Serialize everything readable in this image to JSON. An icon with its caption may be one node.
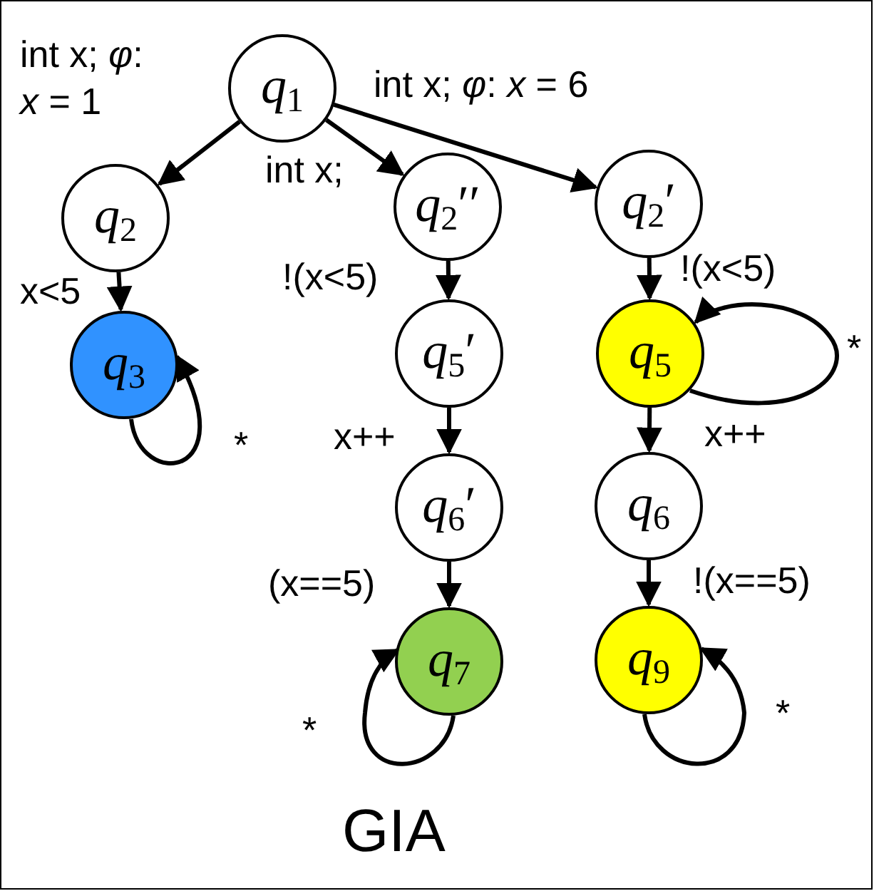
{
  "diagram": {
    "caption": "GIA",
    "nodes": [
      {
        "text": [
          "*q*$_{1}$"
        ]
      },
      {
        "text": [
          "*q*$_{2}$"
        ]
      },
      {
        "text": [
          "*q*$_{2}$′′"
        ]
      },
      {
        "text": [
          "*q*$_{2}$′"
        ]
      },
      {
        "text": [
          "*q*$_{3}$"
        ]
      },
      {
        "text": [
          "*q*$_{5}$′"
        ]
      },
      {
        "text": [
          "*q*$_{5}$"
        ]
      },
      {
        "text": [
          "*q*$_{6}$′"
        ]
      },
      {
        "text": [
          "*q*$_{6}$"
        ]
      },
      {
        "text": [
          "*q*$_{7}$"
        ]
      },
      {
        "text": [
          "*q*$_{9}$"
        ]
      }
    ],
    "edges": [
      {
        "from": 0,
        "to": 1,
        "arrow": "to",
        "label": "int x; *φ*: *x* = 1"
      },
      {
        "from": 0,
        "to": 2,
        "arrow": "to",
        "label": "int x;"
      },
      {
        "from": 0,
        "to": 3,
        "arrow": "to",
        "label": "int x; *φ*: *x* = 6"
      },
      {
        "from": 1,
        "to": 4,
        "arrow": "to",
        "label": "x<5"
      },
      {
        "from": 4,
        "to": 4,
        "arrow": "to",
        "label": "*"
      },
      {
        "from": 2,
        "to": 5,
        "arrow": "to",
        "label": "!(x<5)"
      },
      {
        "from": 3,
        "to": 6,
        "arrow": "to",
        "label": "!(x<5)"
      },
      {
        "from": 6,
        "to": 6,
        "arrow": "to",
        "label": "*"
      },
      {
        "from": 5,
        "to": 7,
        "arrow": "to",
        "label": "x++"
      },
      {
        "from": 6,
        "to": 8,
        "arrow": "to",
        "label": "x++"
      },
      {
        "from": 7,
        "to": 9,
        "arrow": "to",
        "label": "(x==5)"
      },
      {
        "from": 8,
        "to": 10,
        "arrow": "to",
        "label": "!(x==5)"
      },
      {
        "from": 9,
        "to": 9,
        "arrow": "to",
        "label": "*"
      },
      {
        "from": 10,
        "to": 10,
        "arrow": "to",
        "label": "*"
      }
    ]
  }
}
